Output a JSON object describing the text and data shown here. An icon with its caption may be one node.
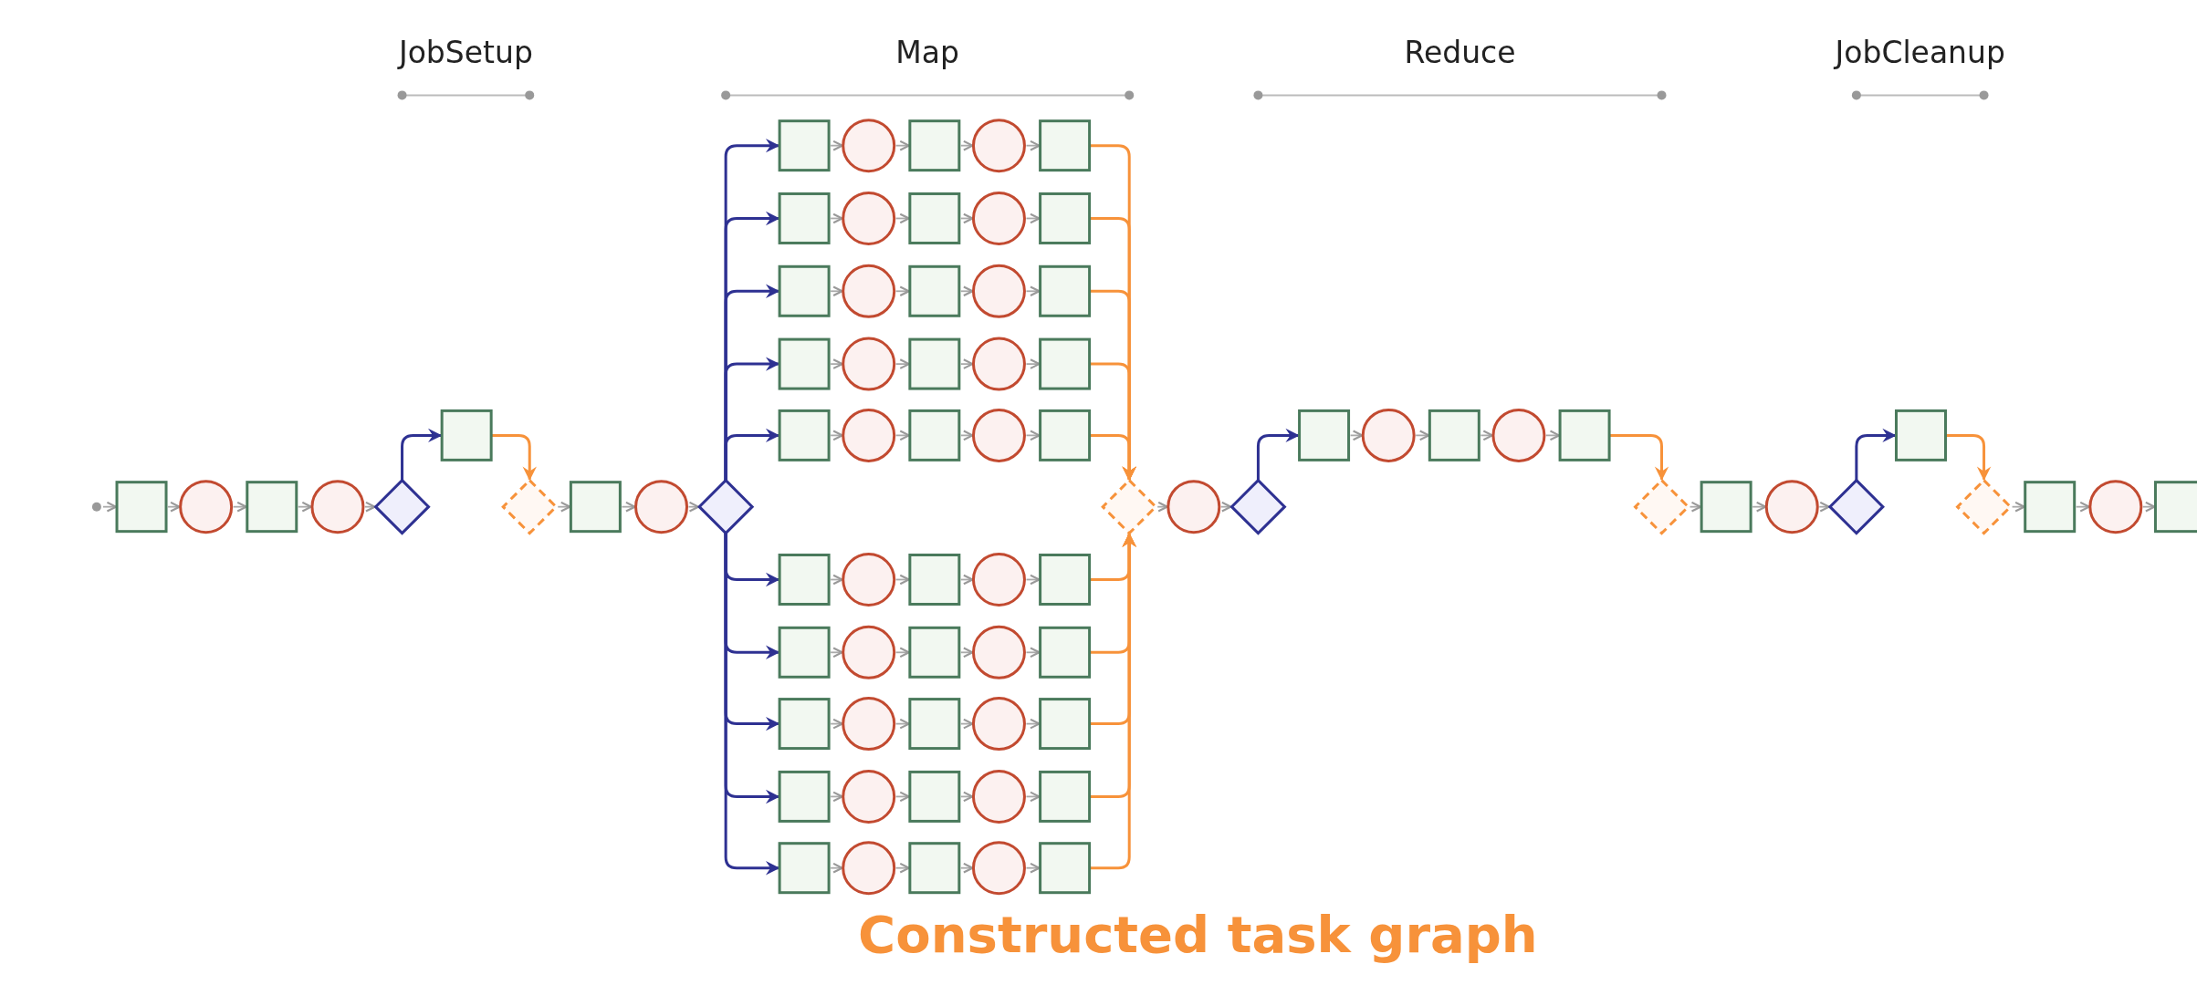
{
  "diagram": {
    "title": "Constructed task graph",
    "nodes": [
      {
        "text": [],
        "shape": "dot"
      },
      {
        "text": [],
        "shape": "box"
      },
      {
        "text": [],
        "shape": "circle"
      },
      {
        "text": [],
        "shape": "box"
      },
      {
        "text": [],
        "shape": "circle"
      },
      {
        "text": [],
        "shape": "diamond"
      },
      {
        "text": [],
        "shape": "box"
      },
      {
        "text": [],
        "shape": "diamond"
      },
      {
        "text": [],
        "shape": "box"
      },
      {
        "text": [],
        "shape": "circle"
      },
      {
        "text": [],
        "shape": "diamond"
      },
      {
        "text": [],
        "shape": "box"
      },
      {
        "text": [],
        "shape": "circle"
      },
      {
        "text": [],
        "shape": "box"
      },
      {
        "text": [],
        "shape": "circle"
      },
      {
        "text": [],
        "shape": "box"
      },
      {
        "text": [],
        "shape": "box"
      },
      {
        "text": [],
        "shape": "circle"
      },
      {
        "text": [],
        "shape": "box"
      },
      {
        "text": [],
        "shape": "circle"
      },
      {
        "text": [],
        "shape": "box"
      },
      {
        "text": [],
        "shape": "box"
      },
      {
        "text": [],
        "shape": "circle"
      },
      {
        "text": [],
        "shape": "box"
      },
      {
        "text": [],
        "shape": "circle"
      },
      {
        "text": [],
        "shape": "box"
      },
      {
        "text": [],
        "shape": "box"
      },
      {
        "text": [],
        "shape": "circle"
      },
      {
        "text": [],
        "shape": "box"
      },
      {
        "text": [],
        "shape": "circle"
      },
      {
        "text": [],
        "shape": "box"
      },
      {
        "text": [],
        "shape": "box"
      },
      {
        "text": [],
        "shape": "circle"
      },
      {
        "text": [],
        "shape": "box"
      },
      {
        "text": [],
        "shape": "circle"
      },
      {
        "text": [],
        "shape": "box"
      },
      {
        "text": [],
        "shape": "box"
      },
      {
        "text": [],
        "shape": "circle"
      },
      {
        "text": [],
        "shape": "box"
      },
      {
        "text": [],
        "shape": "circle"
      },
      {
        "text": [],
        "shape": "box"
      },
      {
        "text": [],
        "shape": "box"
      },
      {
        "text": [],
        "shape": "circle"
      },
      {
        "text": [],
        "shape": "box"
      },
      {
        "text": [],
        "shape": "circle"
      },
      {
        "text": [],
        "shape": "box"
      },
      {
        "text": [],
        "shape": "box"
      },
      {
        "text": [],
        "shape": "circle"
      },
      {
        "text": [],
        "shape": "box"
      },
      {
        "text": [],
        "shape": "circle"
      },
      {
        "text": [],
        "shape": "box"
      },
      {
        "text": [],
        "shape": "box"
      },
      {
        "text": [],
        "shape": "circle"
      },
      {
        "text": [],
        "shape": "box"
      },
      {
        "text": [],
        "shape": "circle"
      },
      {
        "text": [],
        "shape": "box"
      },
      {
        "text": [],
        "shape": "box"
      },
      {
        "text": [],
        "shape": "circle"
      },
      {
        "text": [],
        "shape": "box"
      },
      {
        "text": [],
        "shape": "circle"
      },
      {
        "text": [],
        "shape": "box"
      },
      {
        "text": [],
        "shape": "diamond"
      },
      {
        "text": [],
        "shape": "circle"
      },
      {
        "text": [],
        "shape": "diamond"
      },
      {
        "text": [],
        "shape": "box"
      },
      {
        "text": [],
        "shape": "circle"
      },
      {
        "text": [],
        "shape": "box"
      },
      {
        "text": [],
        "shape": "circle"
      },
      {
        "text": [],
        "shape": "box"
      },
      {
        "text": [],
        "shape": "diamond"
      },
      {
        "text": [],
        "shape": "box"
      },
      {
        "text": [],
        "shape": "circle"
      },
      {
        "text": [],
        "shape": "diamond"
      },
      {
        "text": [],
        "shape": "box"
      },
      {
        "text": [],
        "shape": "diamond"
      },
      {
        "text": [],
        "shape": "box"
      },
      {
        "text": [],
        "shape": "circle"
      },
      {
        "text": [],
        "shape": "box"
      }
    ],
    "edges": [
      {
        "from": 0,
        "to": 1,
        "arrow": "to"
      },
      {
        "from": 1,
        "to": 2,
        "arrow": "to"
      },
      {
        "from": 2,
        "to": 3,
        "arrow": "to"
      },
      {
        "from": 3,
        "to": 4,
        "arrow": "to"
      },
      {
        "from": 4,
        "to": 5,
        "arrow": "to"
      },
      {
        "from": 5,
        "to": 6,
        "arrow": "to",
        "color": "#2e3192"
      },
      {
        "from": 6,
        "to": 7,
        "arrow": "to",
        "color": "#f7923a"
      },
      {
        "from": 7,
        "to": 8,
        "arrow": "to"
      },
      {
        "from": 8,
        "to": 9,
        "arrow": "to"
      },
      {
        "from": 9,
        "to": 10,
        "arrow": "to"
      },
      {
        "from": 10,
        "to": 11,
        "arrow": "to",
        "color": "#2e3192"
      },
      {
        "from": 11,
        "to": 12,
        "arrow": "to"
      },
      {
        "from": 12,
        "to": 13,
        "arrow": "to"
      },
      {
        "from": 13,
        "to": 14,
        "arrow": "to"
      },
      {
        "from": 14,
        "to": 15,
        "arrow": "to"
      },
      {
        "from": 15,
        "to": 61,
        "arrow": "to",
        "color": "#f7923a"
      },
      {
        "from": 10,
        "to": 16,
        "arrow": "to",
        "color": "#2e3192"
      },
      {
        "from": 16,
        "to": 17,
        "arrow": "to"
      },
      {
        "from": 17,
        "to": 18,
        "arrow": "to"
      },
      {
        "from": 18,
        "to": 19,
        "arrow": "to"
      },
      {
        "from": 19,
        "to": 20,
        "arrow": "to"
      },
      {
        "from": 20,
        "to": 61,
        "arrow": "to",
        "color": "#f7923a"
      },
      {
        "from": 10,
        "to": 21,
        "arrow": "to",
        "color": "#2e3192"
      },
      {
        "from": 21,
        "to": 22,
        "arrow": "to"
      },
      {
        "from": 22,
        "to": 23,
        "arrow": "to"
      },
      {
        "from": 23,
        "to": 24,
        "arrow": "to"
      },
      {
        "from": 24,
        "to": 25,
        "arrow": "to"
      },
      {
        "from": 25,
        "to": 61,
        "arrow": "to",
        "color": "#f7923a"
      },
      {
        "from": 10,
        "to": 26,
        "arrow": "to",
        "color": "#2e3192"
      },
      {
        "from": 26,
        "to": 27,
        "arrow": "to"
      },
      {
        "from": 27,
        "to": 28,
        "arrow": "to"
      },
      {
        "from": 28,
        "to": 29,
        "arrow": "to"
      },
      {
        "from": 29,
        "to": 30,
        "arrow": "to"
      },
      {
        "from": 30,
        "to": 61,
        "arrow": "to",
        "color": "#f7923a"
      },
      {
        "from": 10,
        "to": 31,
        "arrow": "to",
        "color": "#2e3192"
      },
      {
        "from": 31,
        "to": 32,
        "arrow": "to"
      },
      {
        "from": 32,
        "to": 33,
        "arrow": "to"
      },
      {
        "from": 33,
        "to": 34,
        "arrow": "to"
      },
      {
        "from": 34,
        "to": 35,
        "arrow": "to"
      },
      {
        "from": 35,
        "to": 61,
        "arrow": "to",
        "color": "#f7923a"
      },
      {
        "from": 10,
        "to": 36,
        "arrow": "to",
        "color": "#2e3192"
      },
      {
        "from": 36,
        "to": 37,
        "arrow": "to"
      },
      {
        "from": 37,
        "to": 38,
        "arrow": "to"
      },
      {
        "from": 38,
        "to": 39,
        "arrow": "to"
      },
      {
        "from": 39,
        "to": 40,
        "arrow": "to"
      },
      {
        "from": 40,
        "to": 61,
        "arrow": "to",
        "color": "#f7923a"
      },
      {
        "from": 10,
        "to": 41,
        "arrow": "to",
        "color": "#2e3192"
      },
      {
        "from": 41,
        "to": 42,
        "arrow": "to"
      },
      {
        "from": 42,
        "to": 43,
        "arrow": "to"
      },
      {
        "from": 43,
        "to": 44,
        "arrow": "to"
      },
      {
        "from": 44,
        "to": 45,
        "arrow": "to"
      },
      {
        "from": 45,
        "to": 61,
        "arrow": "to",
        "color": "#f7923a"
      },
      {
        "from": 10,
        "to": 46,
        "arrow": "to",
        "color": "#2e3192"
      },
      {
        "from": 46,
        "to": 47,
        "arrow": "to"
      },
      {
        "from": 47,
        "to": 48,
        "arrow": "to"
      },
      {
        "from": 48,
        "to": 49,
        "arrow": "to"
      },
      {
        "from": 49,
        "to": 50,
        "arrow": "to"
      },
      {
        "from": 50,
        "to": 61,
        "arrow": "to",
        "color": "#f7923a"
      },
      {
        "from": 10,
        "to": 51,
        "arrow": "to",
        "color": "#2e3192"
      },
      {
        "from": 51,
        "to": 52,
        "arrow": "to"
      },
      {
        "from": 52,
        "to": 53,
        "arrow": "to"
      },
      {
        "from": 53,
        "to": 54,
        "arrow": "to"
      },
      {
        "from": 54,
        "to": 55,
        "arrow": "to"
      },
      {
        "from": 55,
        "to": 61,
        "arrow": "to",
        "color": "#f7923a"
      },
      {
        "from": 10,
        "to": 56,
        "arrow": "to",
        "color": "#2e3192"
      },
      {
        "from": 56,
        "to": 57,
        "arrow": "to"
      },
      {
        "from": 57,
        "to": 58,
        "arrow": "to"
      },
      {
        "from": 58,
        "to": 59,
        "arrow": "to"
      },
      {
        "from": 59,
        "to": 60,
        "arrow": "to"
      },
      {
        "from": 60,
        "to": 61,
        "arrow": "to",
        "color": "#f7923a"
      },
      {
        "from": 61,
        "to": 62,
        "arrow": "to"
      },
      {
        "from": 62,
        "to": 63,
        "arrow": "to"
      },
      {
        "from": 63,
        "to": 64,
        "arrow": "to",
        "color": "#2e3192"
      },
      {
        "from": 64,
        "to": 65,
        "arrow": "to"
      },
      {
        "from": 65,
        "to": 66,
        "arrow": "to"
      },
      {
        "from": 66,
        "to": 67,
        "arrow": "to"
      },
      {
        "from": 67,
        "to": 68,
        "arrow": "to"
      },
      {
        "from": 68,
        "to": 69,
        "arrow": "to",
        "color": "#f7923a"
      },
      {
        "from": 69,
        "to": 70,
        "arrow": "to"
      },
      {
        "from": 70,
        "to": 71,
        "arrow": "to"
      },
      {
        "from": 71,
        "to": 72,
        "arrow": "to"
      },
      {
        "from": 72,
        "to": 73,
        "arrow": "to",
        "color": "#2e3192"
      },
      {
        "from": 73,
        "to": 74,
        "arrow": "to",
        "color": "#f7923a"
      },
      {
        "from": 74,
        "to": 75,
        "arrow": "to"
      },
      {
        "from": 75,
        "to": 76,
        "arrow": "to"
      },
      {
        "from": 76,
        "to": 77,
        "arrow": "to"
      }
    ],
    "labels": [
      "JobSetup",
      "Map",
      "Reduce",
      "JobCleanup"
    ]
  }
}
